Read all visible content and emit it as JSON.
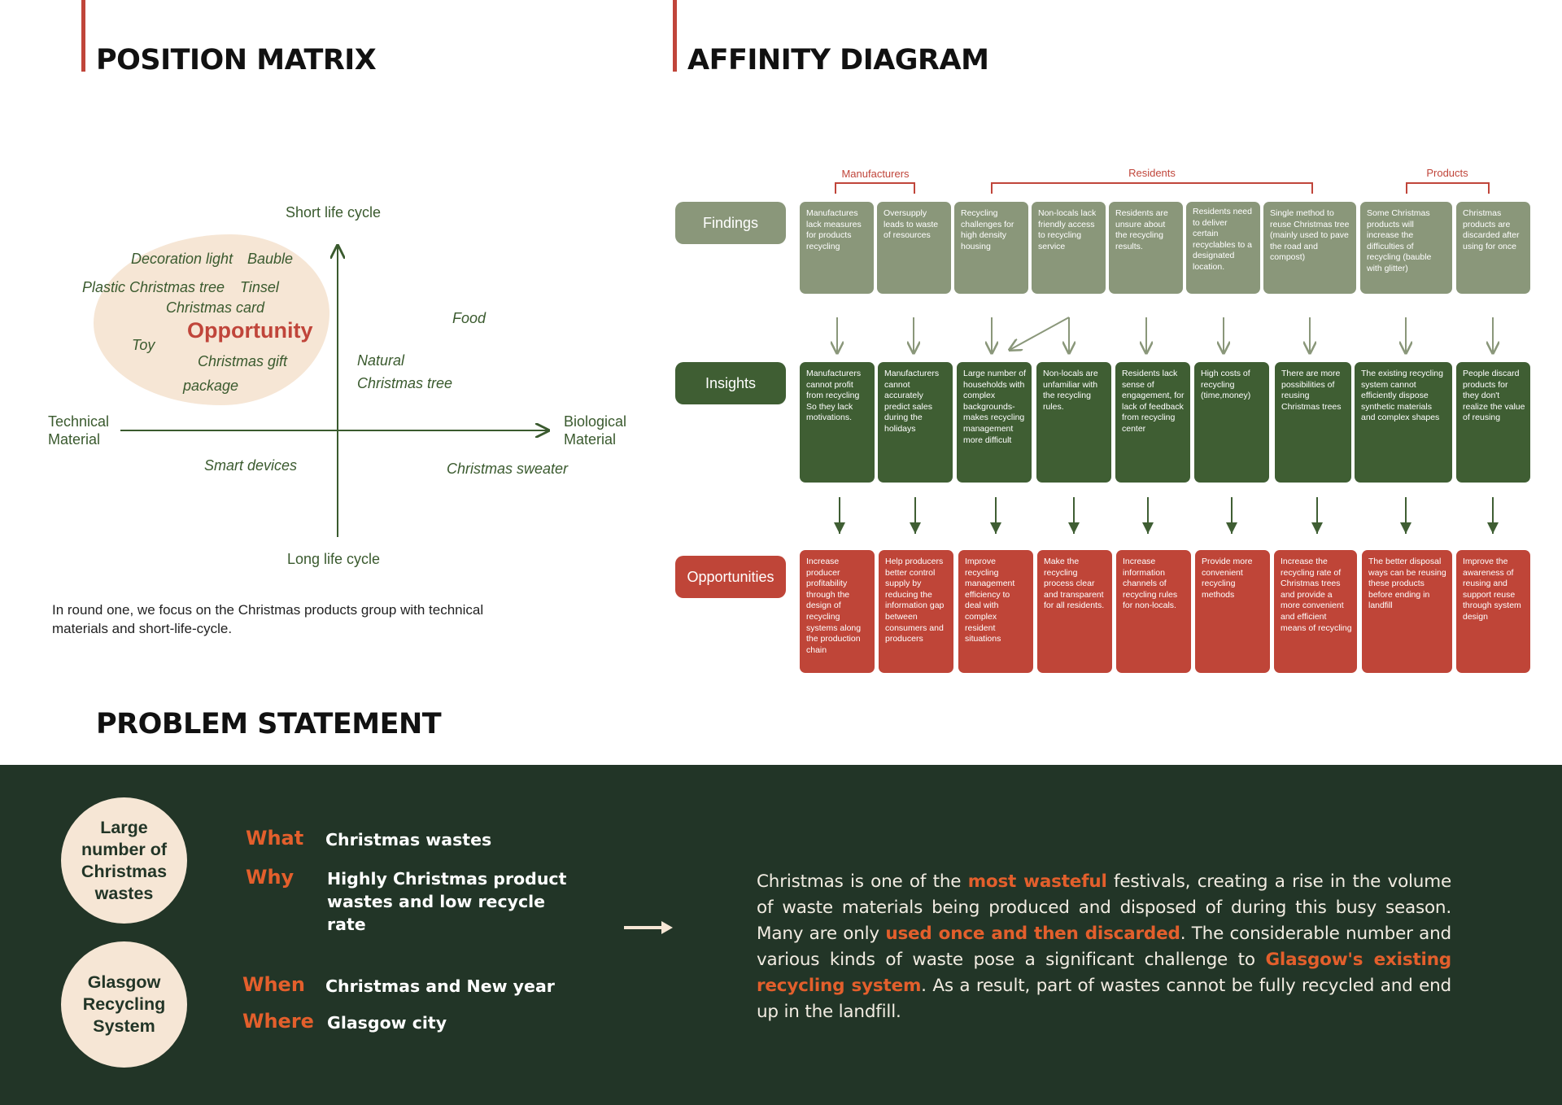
{
  "position_matrix": {
    "title": "POSITION MATRIX",
    "axes": {
      "top": "Short life cycle",
      "bottom": "Long life cycle",
      "left": [
        "Technical",
        "Material"
      ],
      "right": [
        "Biological",
        "Material"
      ]
    },
    "opportunity_label": "Opportunity",
    "items": [
      "Decoration light",
      "Bauble",
      "Plastic Christmas tree",
      "Tinsel",
      "Christmas card",
      "Toy",
      "Christmas gift",
      "package",
      "Food",
      "Natural",
      "Christmas tree",
      "Smart devices",
      "Christmas sweater"
    ],
    "note": "In round one, we focus on the Christmas products group with technical materials and short-life-cycle."
  },
  "affinity_diagram": {
    "title": "AFFINITY DIAGRAM",
    "groups": [
      "Manufacturers",
      "Residents",
      "Products"
    ],
    "row_labels": [
      "Findings",
      "Insights",
      "Opportunities"
    ],
    "findings": [
      "Manufactures lack measures for products recycling",
      "Oversupply leads to waste of resources",
      "Recycling challenges for high density housing",
      "Non-locals lack friendly access to recycling service",
      "Residents are unsure about the recycling results.",
      "Residents need to deliver certain recyclables to a designated location.",
      "Single method to reuse Christmas tree (mainly used to pave the road and compost)",
      "Some Christmas products will increase the difficulties of recycling (bauble with glitter)",
      "Christmas products are discarded after using for once"
    ],
    "insights": [
      "Manufacturers cannot profit from recycling So they lack motivations.",
      "Manufacturers cannot accurately predict sales during the holidays",
      "Large number of households with complex backgrounds- makes recycling management more difficult",
      "Non-locals are unfamiliar with the recycling rules.",
      "Residents lack sense of engagement, for lack of feedback from recycling center",
      "High costs of recycling (time,money)",
      "There are more possibilities of reusing Christmas trees",
      "The existing recycling system cannot efficiently dispose synthetic materials and complex shapes",
      "People discard products for they don't realize the value of reusing"
    ],
    "opportunities": [
      "Increase producer profitability through the design of recycling systems along the production chain",
      "Help producers better control supply by reducing the information gap between consumers and producers",
      "Improve recycling management efficiency to deal with complex resident situations",
      "Make the recycling process clear and transparent for all residents.",
      "Increase information channels of recycling rules for non-locals.",
      "Provide more convenient recycling methods",
      "Increase the recycling rate of Christmas trees and provide a more convenient and efficient means of recycling",
      "The better disposal ways can be reusing these products before ending in landfill",
      "Improve the awareness of reusing and support reuse through system design"
    ]
  },
  "problem_statement": {
    "title": "PROBLEM STATEMENT",
    "circles": [
      "Large number of Christmas wastes",
      "Glasgow Recycling System"
    ],
    "what_label": "What",
    "what_value": "Christmas wastes",
    "why_label": "Why",
    "why_value": "Highly Christmas product wastes and low recycle rate",
    "when_label": "When",
    "when_value": "Christmas and New year",
    "where_label": "Where",
    "where_value": "Glasgow city",
    "paragraph": {
      "p1": "Christmas is one of the ",
      "h1": "most wasteful",
      "p2": " festivals, creating a rise in the volume of waste materials being produced and disposed of during this busy season. Many are only ",
      "h2": "used once and then discarded",
      "p3": ". The considerable number and various kinds of waste pose a significant challenge to ",
      "h3": "Glasgow's existing recycling system",
      "p4": ". As a result, part of wastes cannot be fully recycled and end up in the landfill."
    }
  },
  "colors": {
    "accent_red": "#c0453a",
    "orange": "#e35f2c",
    "dark_green": "#223527",
    "findings_green": "#8a977a",
    "insights_green": "#3f5e33",
    "cream": "#f6e6d5"
  }
}
